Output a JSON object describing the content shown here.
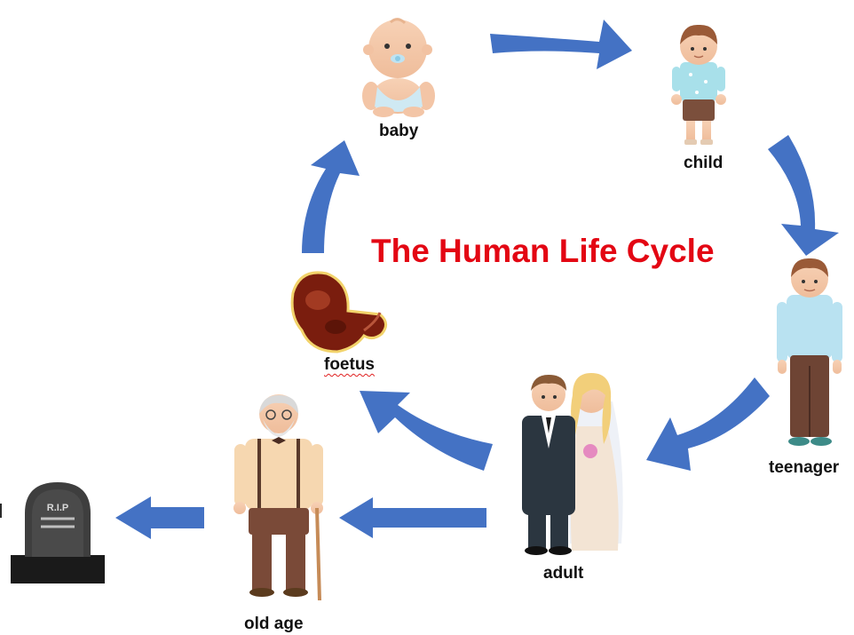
{
  "title": "The Human Life Cycle",
  "stages": {
    "baby": "baby",
    "child": "child",
    "teenager": "teenager",
    "adult": "adult",
    "old_age": "old age",
    "foetus": "foetus",
    "death": "R.I.P"
  },
  "colors": {
    "arrow": "#4472c4",
    "title": "#e30613"
  }
}
